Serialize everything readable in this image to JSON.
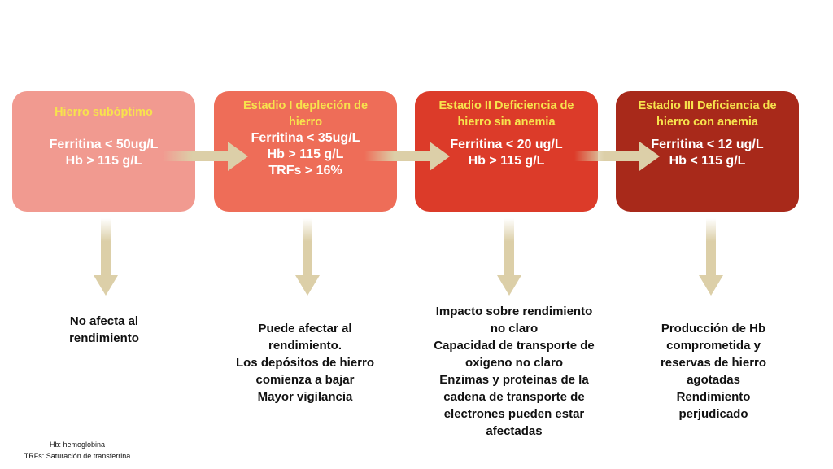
{
  "stages": [
    {
      "title": "Hierro subóptimo",
      "values": [
        "Ferritina < 50ug/L",
        "Hb > 115 g/L"
      ],
      "color": "#f19a90",
      "description": [
        "No afecta al",
        "rendimiento"
      ]
    },
    {
      "title": "Estadio I depleción de hierro",
      "values": [
        "Ferritina < 35ug/L",
        "Hb > 115 g/L",
        "TRFs > 16%"
      ],
      "color": "#ee6d58",
      "description": [
        "Puede afectar al",
        "rendimiento.",
        "Los depósitos de hierro",
        "comienza a bajar",
        "Mayor vigilancia"
      ]
    },
    {
      "title": "Estadio II Deficiencia de hierro sin anemia",
      "values": [
        "Ferritina < 20 ug/L",
        "Hb > 115 g/L"
      ],
      "color": "#dc3b29",
      "description": [
        "Impacto sobre rendimiento",
        "no claro",
        "Capacidad de transporte de",
        "oxigeno  no claro",
        "Enzimas  y proteínas de la",
        "cadena de transporte de",
        "electrones pueden estar",
        "afectadas"
      ]
    },
    {
      "title": "Estadio III Deficiencia de hierro con anemia",
      "values": [
        "Ferritina < 12 ug/L",
        "Hb < 115 g/L"
      ],
      "color": "#a8291a",
      "description": [
        "Producción de Hb",
        "comprometida y",
        "reservas de hierro",
        "agotadas",
        "Rendimiento",
        "perjudicado"
      ]
    }
  ],
  "footnotes": [
    "Hb: hemoglobina",
    "TRFs: Saturación de transferrina"
  ],
  "arrow_color": "#dccfa8",
  "title_color": "#f7e34d"
}
